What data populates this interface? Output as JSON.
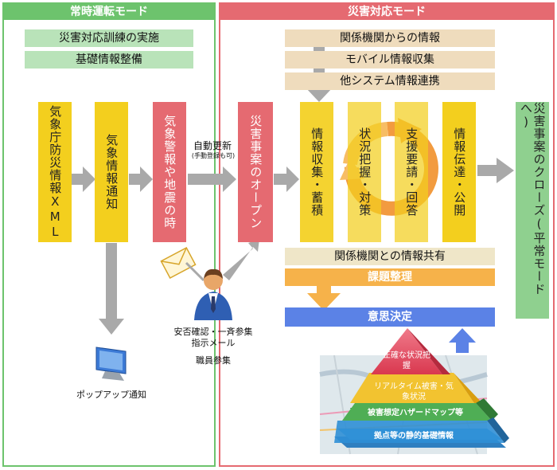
{
  "panels": {
    "normal": {
      "title": "常時運転モード"
    },
    "disaster": {
      "title": "災害対応モード"
    }
  },
  "normal": {
    "training": "災害対応訓練の実施",
    "basic_info": "基礎情報整備",
    "col1": "気象庁防災情報XML",
    "col2": "気象情報通知",
    "col3": "気象警報や地震の時",
    "popup_label": "ポップアップ通知"
  },
  "auto_update": {
    "main": "自動更新",
    "sub": "(手動登録も可)"
  },
  "person": {
    "line1": "安否確認・一斉参集",
    "line2": "指示メール",
    "line3": "職員参集"
  },
  "disaster": {
    "info_from_agencies": "関係機関からの情報",
    "mobile_info": "モバイル情報収集",
    "system_link": "他システム情報連携",
    "open": "災害事案のオープン",
    "cycle": [
      "情報収集・蓄積",
      "状況把握・対策",
      "支援要請・回答",
      "情報伝達・公開"
    ],
    "close": "災害事案のクローズ(平常モードへ)",
    "share": "関係機関との情報共有",
    "issue": "課題整理",
    "decision": "意思決定",
    "pyramid": [
      "正確な状況把握",
      "リアルタイム被害・気象状況",
      "被害想定ハザードマップ等",
      "拠点等の静的基礎情報"
    ]
  },
  "colors": {
    "green_border": "#6dc36d",
    "red_border": "#e56a71",
    "yellow": "#f3cf1e",
    "arrow_gray": "#a9a9a9",
    "orange": "#f6b24a",
    "blue": "#5b82e6"
  }
}
